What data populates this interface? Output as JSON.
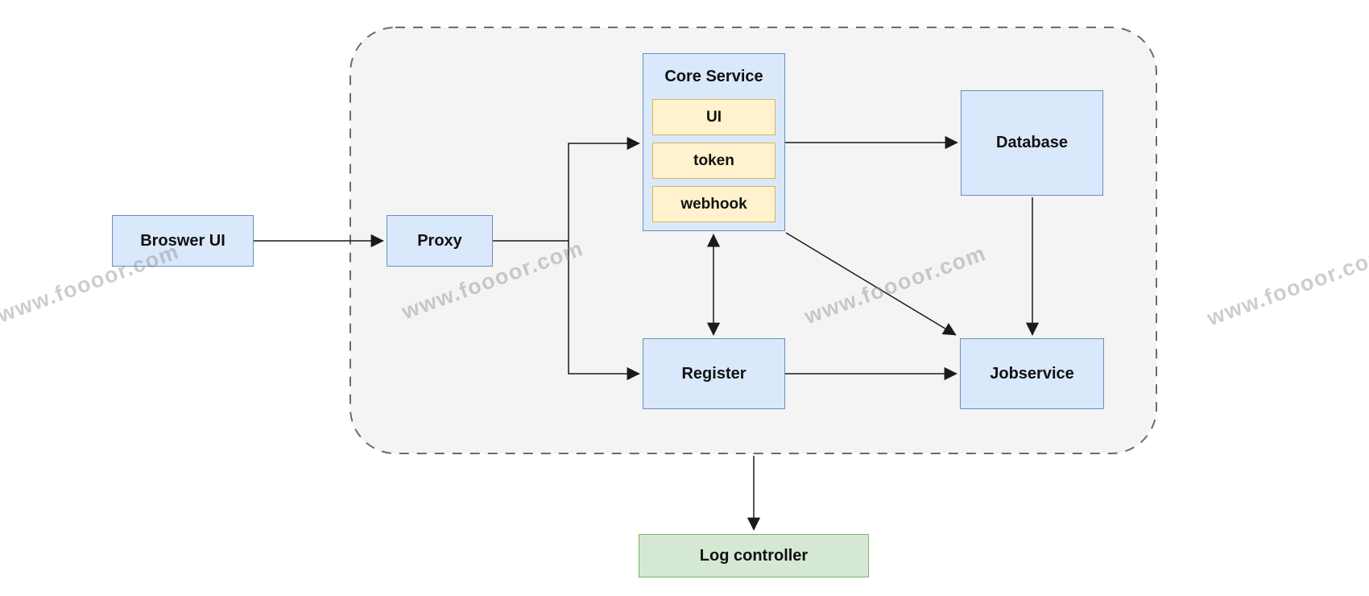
{
  "diagram": {
    "kind": "architecture-diagram",
    "watermark": {
      "text": "www.foooor.com"
    },
    "nodes": {
      "browser_ui": {
        "label": "Broswer UI"
      },
      "proxy": {
        "label": "Proxy"
      },
      "core_service": {
        "title": "Core Service",
        "items": [
          {
            "label": "UI"
          },
          {
            "label": "token"
          },
          {
            "label": "webhook"
          }
        ]
      },
      "database": {
        "label": "Database"
      },
      "register": {
        "label": "Register"
      },
      "jobservice": {
        "label": "Jobservice"
      },
      "log_controller": {
        "label": "Log controller"
      }
    },
    "edges": [
      {
        "from": "browser_ui",
        "to": "proxy",
        "style": "arrow"
      },
      {
        "from": "proxy",
        "to": "core_service",
        "style": "orthogonal-arrow"
      },
      {
        "from": "proxy",
        "to": "register",
        "style": "orthogonal-arrow"
      },
      {
        "from": "core_service",
        "to": "database",
        "style": "arrow"
      },
      {
        "from": "core_service",
        "to": "register",
        "style": "double-arrow"
      },
      {
        "from": "core_service",
        "to": "jobservice",
        "style": "diagonal-arrow"
      },
      {
        "from": "database",
        "to": "jobservice",
        "style": "arrow"
      },
      {
        "from": "register",
        "to": "jobservice",
        "style": "arrow"
      },
      {
        "from": "container",
        "to": "log_controller",
        "style": "arrow"
      }
    ],
    "colors": {
      "node_fill": "#dae8fc",
      "node_border": "#6c8ebf",
      "subitem_fill": "#fff2cc",
      "subitem_border": "#d6b656",
      "log_fill": "#d5e8d4",
      "log_border": "#82b366",
      "container_fill": "#f4f4f4",
      "container_border": "#6b6b6b",
      "edge_stroke": "#1a1a1a",
      "watermark_gray": "#c9c9c9",
      "canvas_grid_major": "#dcdcdc",
      "canvas_grid_minor": "#f1f1f1"
    }
  }
}
